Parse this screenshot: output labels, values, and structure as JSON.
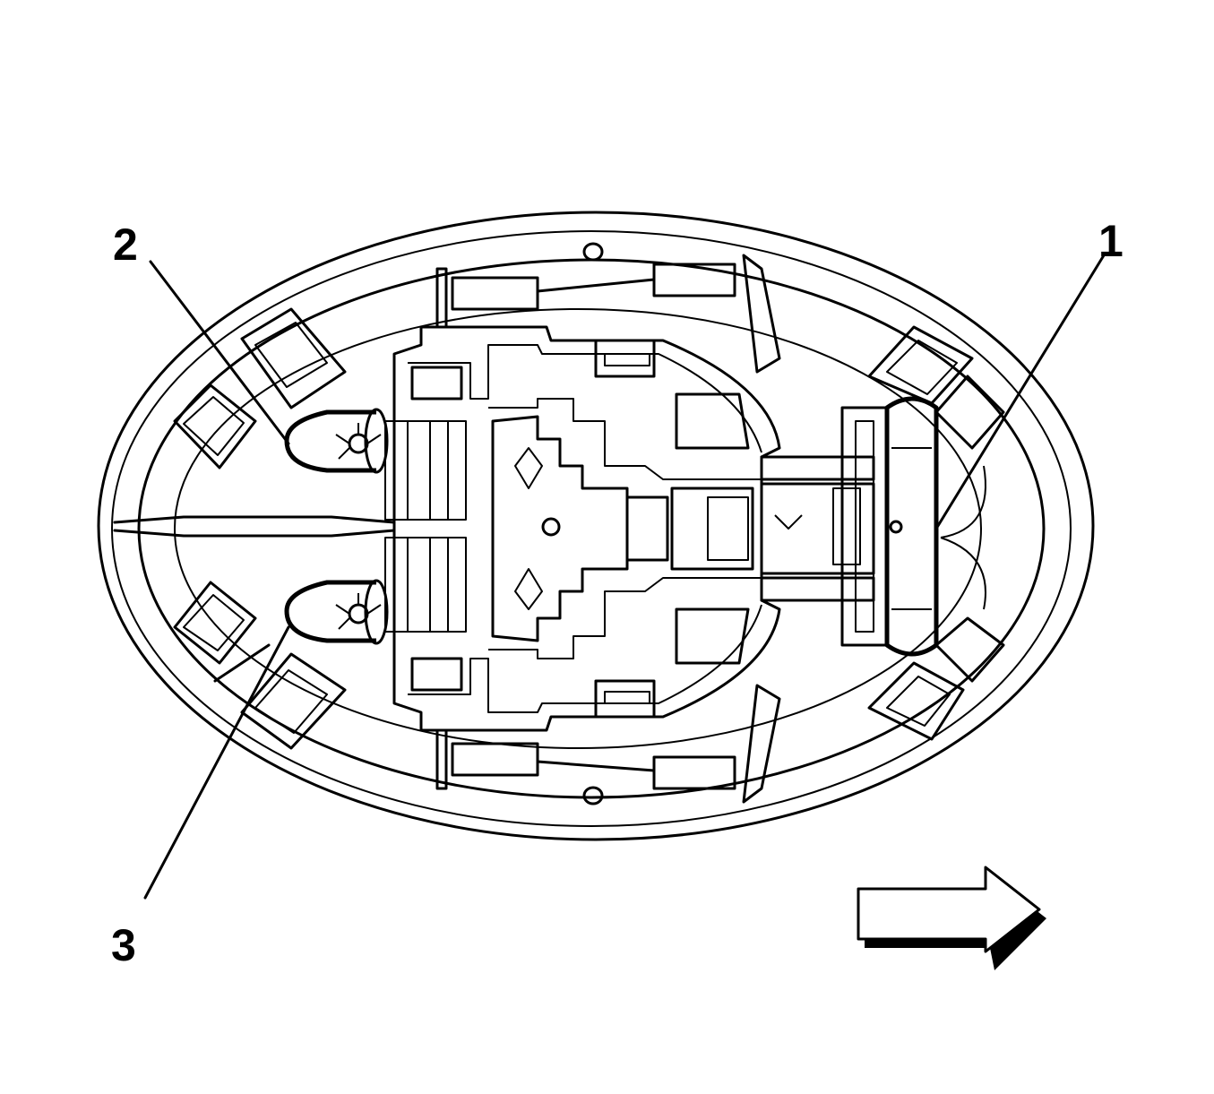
{
  "callouts": [
    {
      "id": "1",
      "label": "1"
    },
    {
      "id": "2",
      "label": "2"
    },
    {
      "id": "3",
      "label": "3"
    }
  ],
  "direction_arrow": {
    "points_to": "right"
  },
  "colors": {
    "line": "#000000",
    "background": "#ffffff"
  }
}
